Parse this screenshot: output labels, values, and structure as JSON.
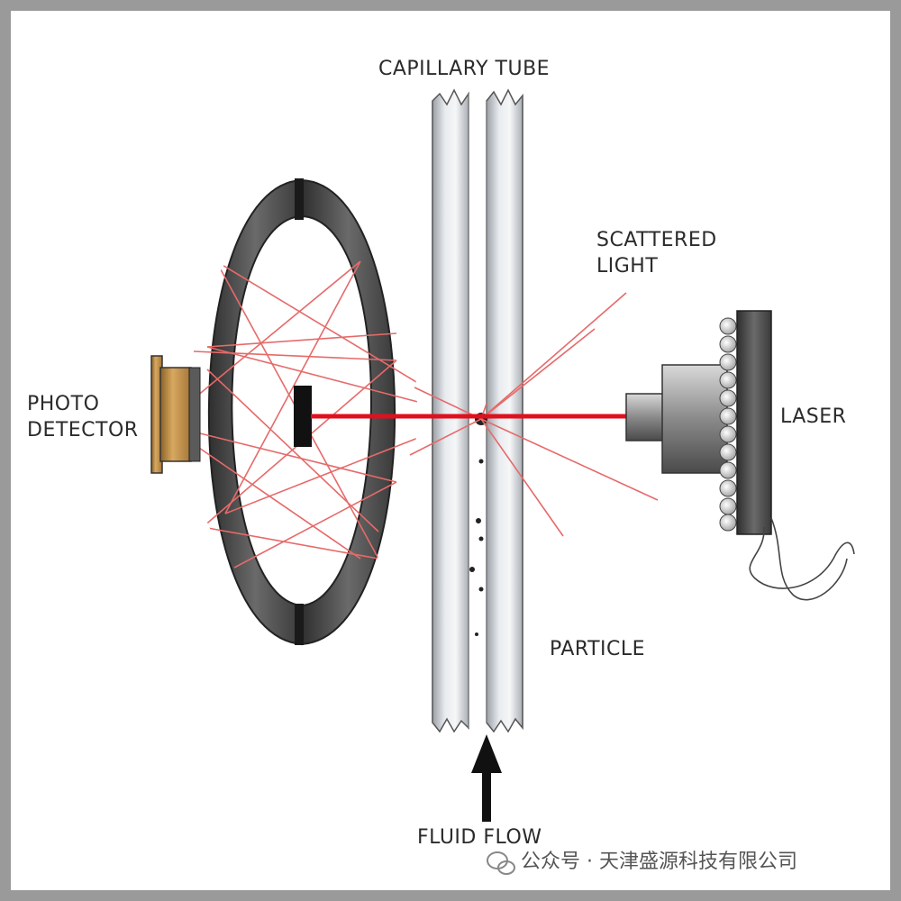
{
  "labels": {
    "capillary_tube": "CAPILLARY TUBE",
    "scattered_light": [
      "SCATTERED",
      "LIGHT"
    ],
    "photo_detector": [
      "PHOTO",
      "DETECTOR"
    ],
    "laser": "LASER",
    "particle": "PARTICLE",
    "fluid_flow": "FLUID FLOW"
  },
  "watermark": {
    "text": "公众号 · 天津盛源科技有限公司"
  },
  "colors": {
    "frame_border": "#9a9a9a",
    "laser_beam": "#e0101e",
    "scatter_rays": "#e66a6a",
    "mirror_shell": "#555555",
    "detector": "#c99a52"
  }
}
